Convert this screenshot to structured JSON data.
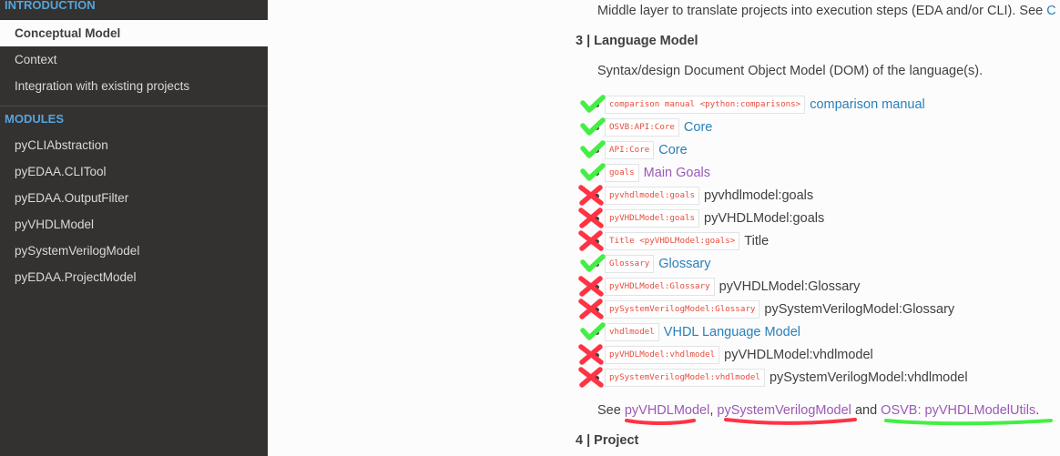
{
  "sidebar": {
    "section_intro": "INTRODUCTION",
    "current_item": "Conceptual Model",
    "intro_items": [
      "Context",
      "Integration with existing projects"
    ],
    "section_modules": "MODULES",
    "module_items": [
      "pyCLIAbstraction",
      "pyEDAA.CLITool",
      "pyEDAA.OutputFilter",
      "pyVHDLModel",
      "pySystemVerilogModel",
      "pyEDAA.ProjectModel"
    ]
  },
  "content": {
    "top_line": "Middle layer to translate projects into execution steps (EDA and/or CLI). See",
    "top_line_link": "C",
    "heading_3": "3 | Language Model",
    "lang_desc": "Syntax/design Document Object Model (DOM) of the language(s).",
    "refs": [
      {
        "code": "comparison manual <python:comparisons>",
        "text": "comparison manual",
        "style": "link",
        "mark": "check"
      },
      {
        "code": "OSVB:API:Core",
        "text": "Core",
        "style": "link",
        "mark": "check"
      },
      {
        "code": "API:Core",
        "text": "Core",
        "style": "link",
        "mark": "check"
      },
      {
        "code": "goals",
        "text": "Main Goals",
        "style": "visited",
        "mark": "check"
      },
      {
        "code": "pyvhdlmodel:goals",
        "text": "pyvhdlmodel:goals",
        "style": "plain",
        "mark": "cross"
      },
      {
        "code": "pyVHDLModel:goals",
        "text": "pyVHDLModel:goals",
        "style": "plain",
        "mark": "cross"
      },
      {
        "code": "Title <pyVHDLModel:goals>",
        "text": "Title",
        "style": "plain",
        "mark": "cross"
      },
      {
        "code": "Glossary",
        "text": "Glossary",
        "style": "link",
        "mark": "check"
      },
      {
        "code": "pyVHDLModel:Glossary",
        "text": "pyVHDLModel:Glossary",
        "style": "plain",
        "mark": "cross"
      },
      {
        "code": "pySystemVerilogModel:Glossary",
        "text": "pySystemVerilogModel:Glossary",
        "style": "plain",
        "mark": "cross"
      },
      {
        "code": "vhdlmodel",
        "text": "VHDL Language Model",
        "style": "link",
        "mark": "check"
      },
      {
        "code": "pyVHDLModel:vhdlmodel",
        "text": "pyVHDLModel:vhdlmodel",
        "style": "plain",
        "mark": "cross"
      },
      {
        "code": "pySystemVerilogModel:vhdlmodel",
        "text": "pySystemVerilogModel:vhdlmodel",
        "style": "plain",
        "mark": "cross"
      }
    ],
    "see_prefix": "See",
    "see_ref1": "pyVHDLModel",
    "see_sep1": ",",
    "see_ref2": "pySystemVerilogModel",
    "see_and": "and",
    "see_ref3": "OSVB: pyVHDLModelUtils",
    "see_end": ".",
    "heading_4": "4 | Project"
  },
  "colors": {
    "sidebar_bg": "#343131",
    "caption": "#55a5d9",
    "link": "#2980b9",
    "visited": "#9b59b6",
    "code": "#e74c3c",
    "check_mark": "#44ee44",
    "cross_mark": "#ff3344"
  }
}
